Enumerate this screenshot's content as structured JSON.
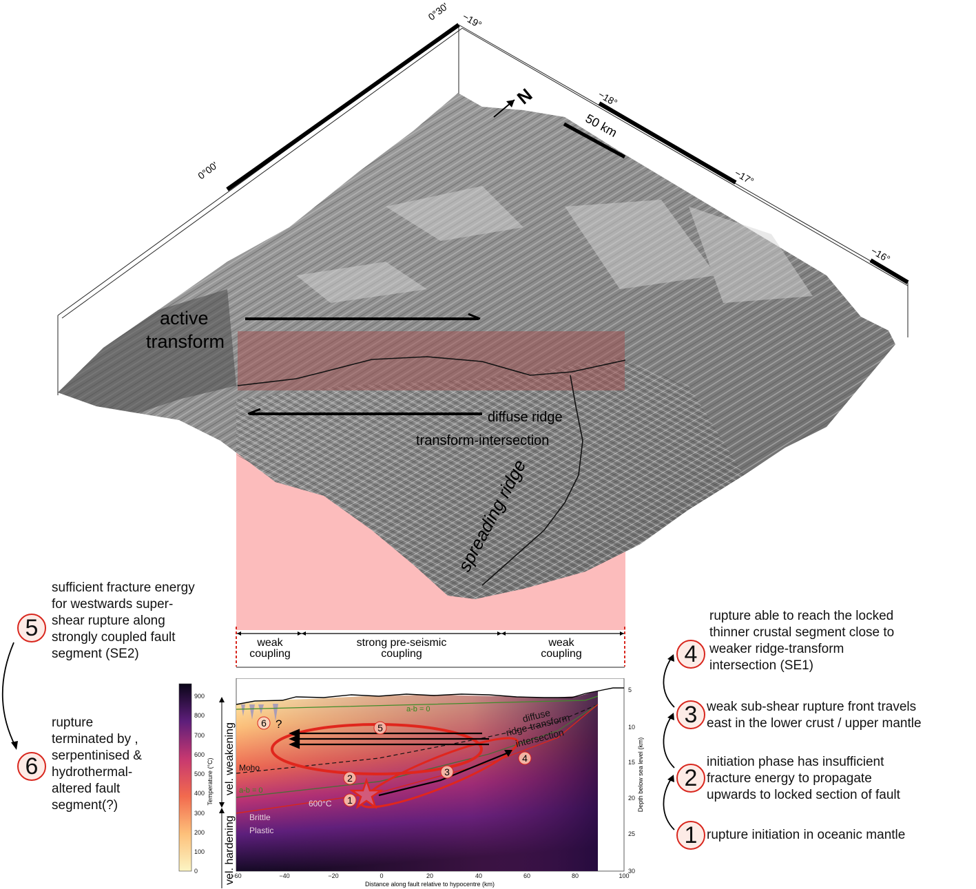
{
  "terrain": {
    "lat_top": "0°30'",
    "lat_mid": "0°00'",
    "lon_ticks": [
      "−19°",
      "−18°",
      "−17°",
      "−16°"
    ],
    "north_label": "N",
    "scale_label": "50 km",
    "active_transform": [
      "active",
      "transform"
    ],
    "diffuse_label": [
      "diffuse ridge",
      "transform-intersection"
    ],
    "spreading_ridge": "spreading ridge"
  },
  "coupling": {
    "left": [
      "weak",
      "coupling"
    ],
    "middle": [
      "strong pre-seismic",
      "coupling"
    ],
    "right": [
      "weak",
      "coupling"
    ]
  },
  "section": {
    "colorbar_label": "Temperature (°C)",
    "colorbar_ticks": [
      "0",
      "100",
      "200",
      "300",
      "400",
      "500",
      "600",
      "700",
      "800",
      "900"
    ],
    "x_label": "Distance along fault relative to hypocentre (km)",
    "x_ticks": [
      "−60",
      "−40",
      "−20",
      "0",
      "20",
      "40",
      "60",
      "80",
      "100"
    ],
    "y_label": "Depth below sea level (km)",
    "y_ticks": [
      "5",
      "10",
      "15",
      "20",
      "25",
      "30"
    ],
    "ab_upper": "a-b = 0",
    "ab_lower": "a-b = 0",
    "moho": "Moho",
    "diffuse": [
      "diffuse",
      "ridge-transform",
      "intersection"
    ],
    "isotherm": "600°C",
    "brittle": "Brittle",
    "plastic": "Plastic",
    "vel_weakening": "vel. weakening",
    "vel_hardening": "vel. hardening",
    "question": "?",
    "markers": [
      "1",
      "2",
      "3",
      "4",
      "5",
      "6"
    ]
  },
  "steps": {
    "s1": {
      "num": "1",
      "text": [
        "rupture initiation in oceanic mantle"
      ]
    },
    "s2": {
      "num": "2",
      "text": [
        "initiation phase has insufficient",
        "fracture energy to propagate",
        "upwards to locked section of fault"
      ]
    },
    "s3": {
      "num": "3",
      "text": [
        "weak sub-shear rupture front travels",
        "east in the lower crust / upper mantle"
      ]
    },
    "s4": {
      "num": "4",
      "text": [
        "rupture able to reach the locked",
        "thinner crustal segment close to",
        "weaker ridge-transform",
        "intersection (SE1)"
      ]
    },
    "s5": {
      "num": "5",
      "text": [
        "sufficient fracture energy",
        "for westwards super-",
        "shear rupture along",
        "strongly coupled fault",
        "segment (SE2)"
      ]
    },
    "s6": {
      "num": "6",
      "text": [
        "rupture",
        "terminated by ,",
        "serpentinised &",
        "hydrothermal-",
        "altered fault",
        "segment(?)"
      ]
    }
  },
  "colors": {
    "accent_red": "#d8261d",
    "pink_band": "#fcbcbc",
    "terrain_gray": "#8a8a8a"
  }
}
